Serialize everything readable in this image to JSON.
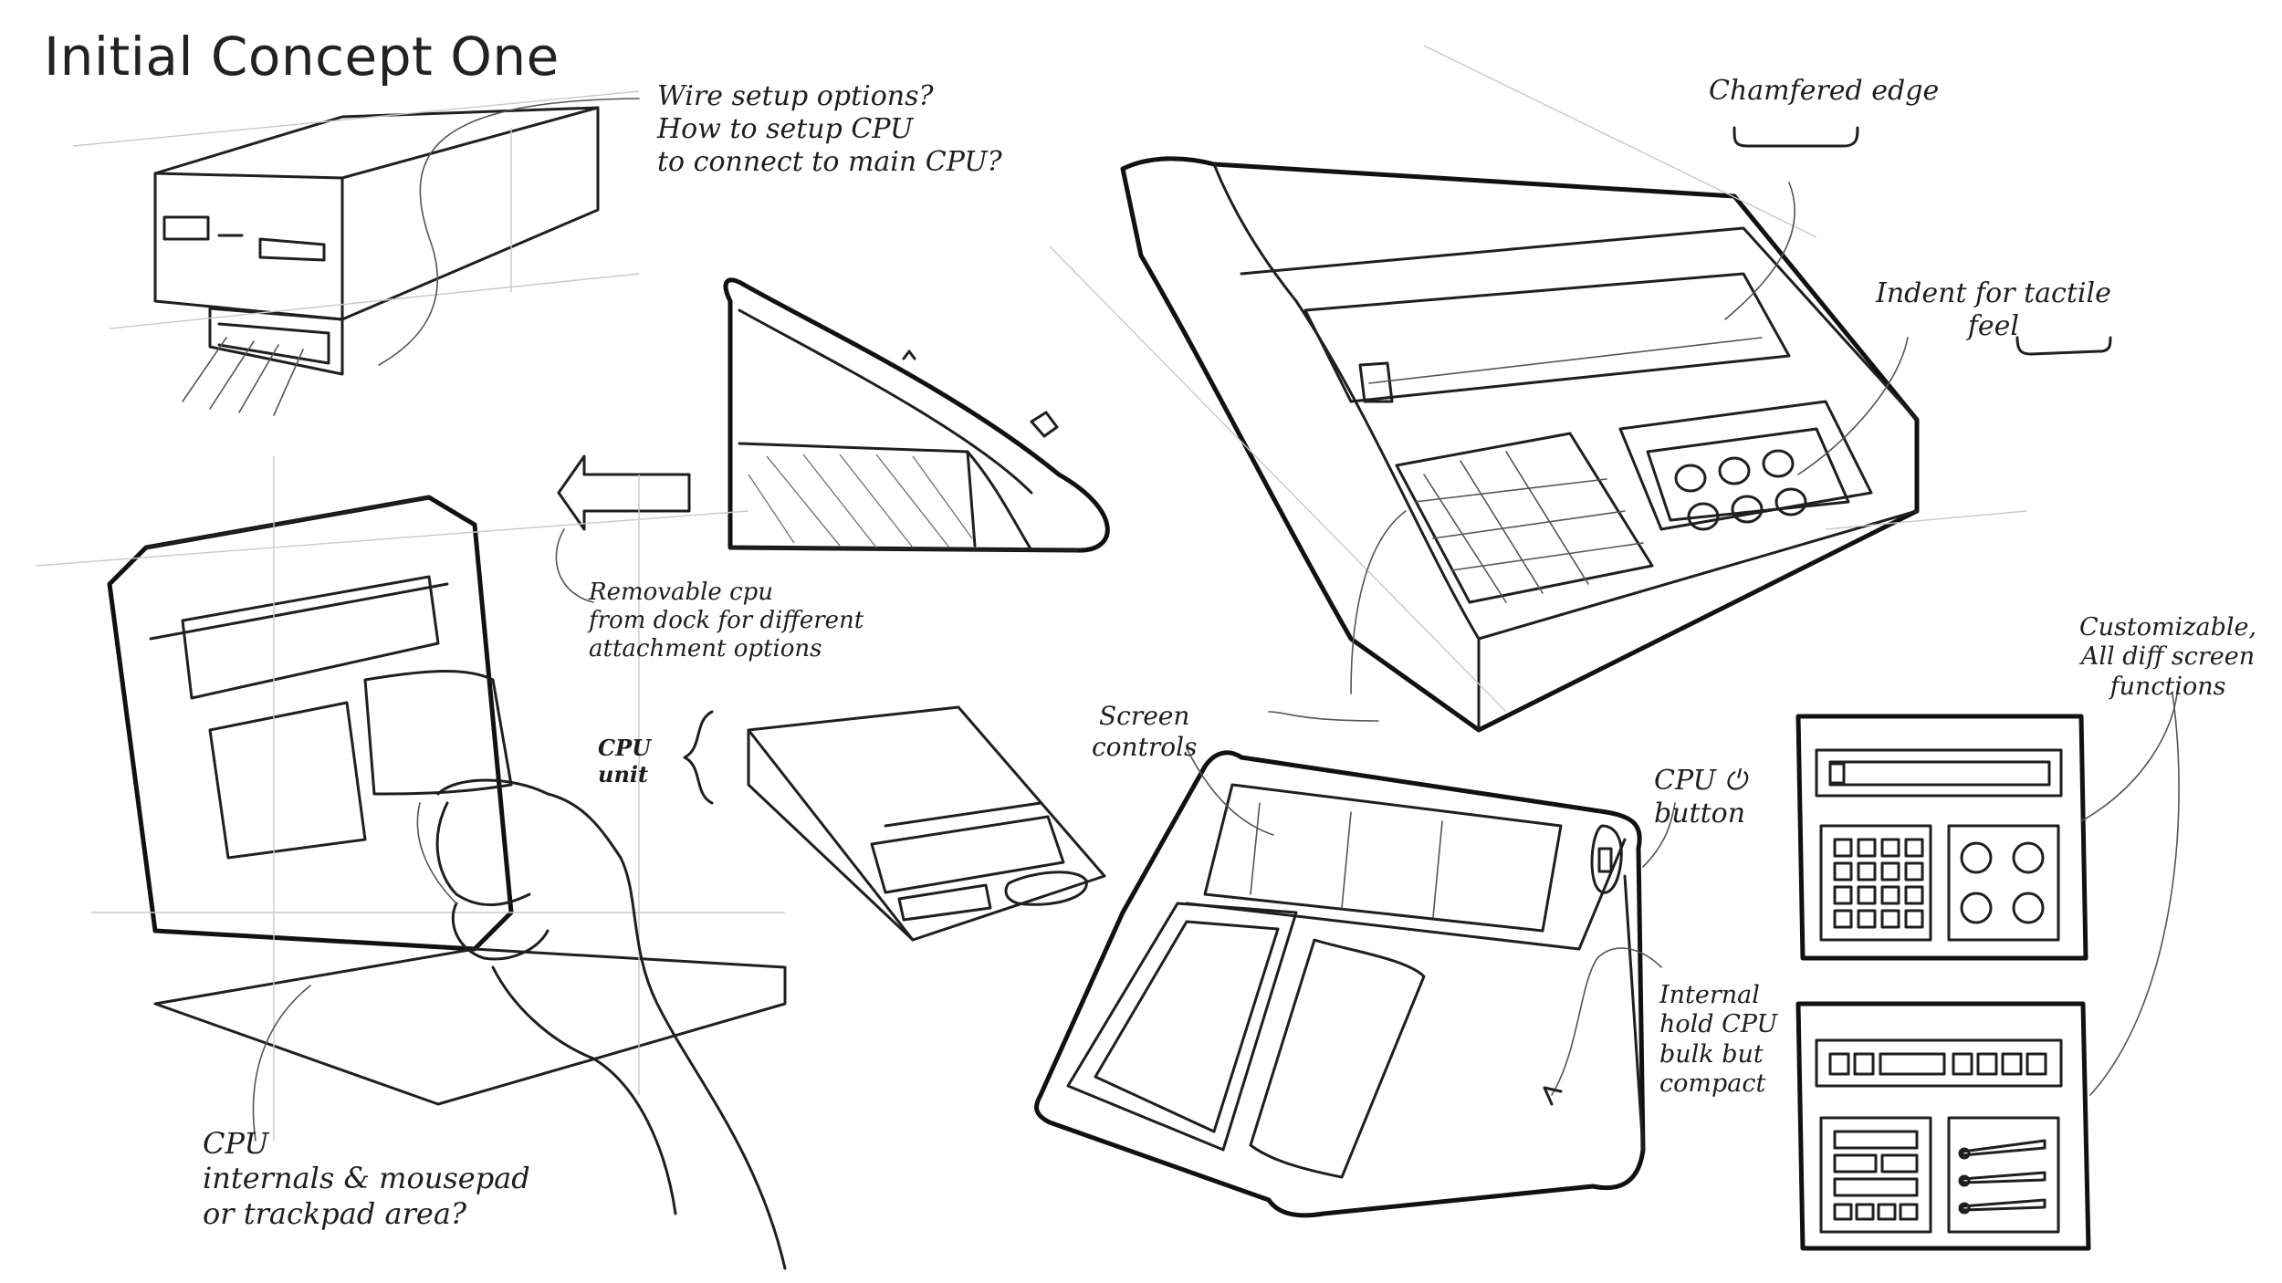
{
  "title": "Initial Concept One",
  "annotations": {
    "wire_setup": "Wire setup options?\nHow to setup CPU\nto connect to main CPU?",
    "removable_cpu": "Removable cpu\nfrom dock for different\nattachment options",
    "cpu_unit": "CPU\nunit",
    "cpu_internals": "CPU\ninternals & mousepad\nor trackpad area?",
    "chamfered_edge": "Chamfered edge",
    "indent_tactile": "Indent for tactile\nfeel",
    "screen_controls": "Screen\ncontrols",
    "cpu_button": "CPU ⏻\nbutton",
    "internal_hold": "Internal\nhold CPU\nbulk but\ncompact",
    "customizable": "Customizable,\nAll diff screen\nfunctions"
  }
}
